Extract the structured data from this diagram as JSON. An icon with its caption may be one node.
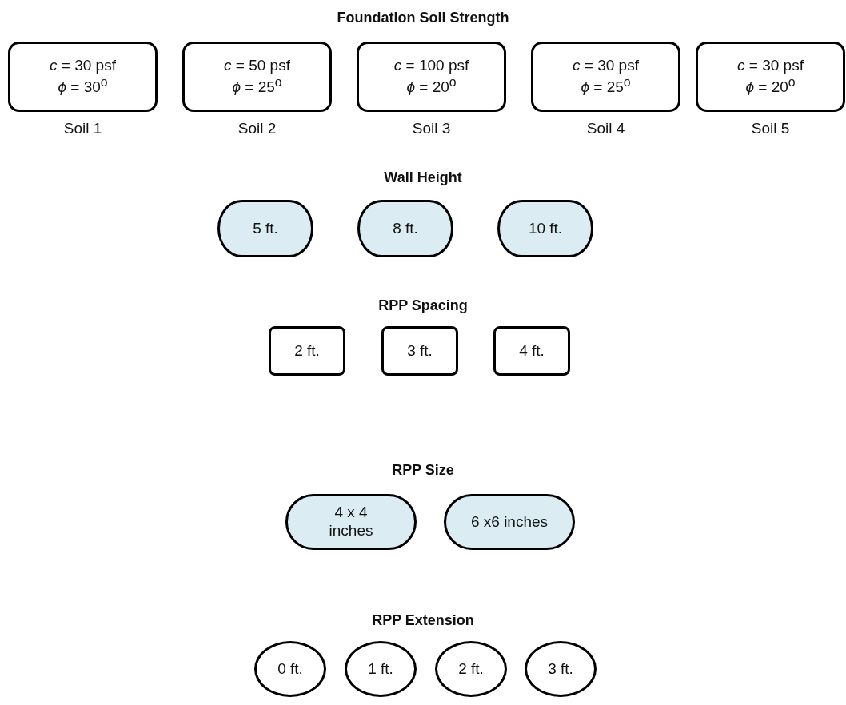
{
  "diagram": {
    "nodes": [
      {
        "text": [
          "*c* = 30 psf",
          "*ϕ* = 30$^{o}$"
        ],
        "beside": [
          "Soil 1"
        ]
      },
      {
        "text": [
          "*c* = 50 psf",
          "*ϕ* = 25$^{o}$"
        ],
        "beside": [
          "Soil 2"
        ]
      },
      {
        "text": [
          "*c* = 100 psf",
          "*ϕ* = 20$^{o}$"
        ],
        "beside": [
          "Soil 3"
        ]
      },
      {
        "text": [
          "*c* = 30 psf",
          "*ϕ* = 25$^{o}$"
        ],
        "beside": [
          "Soil 4"
        ]
      },
      {
        "text": [
          "*c* = 30 psf",
          "*ϕ* = 20$^{o}$"
        ],
        "beside": [
          "Soil 5"
        ]
      },
      {
        "text": [
          "5 ft."
        ]
      },
      {
        "text": [
          "8 ft."
        ]
      },
      {
        "text": [
          "10 ft."
        ]
      },
      {
        "text": [
          "2 ft."
        ]
      },
      {
        "text": [
          "3 ft."
        ]
      },
      {
        "text": [
          "4 ft."
        ]
      },
      {
        "text": [
          "4 x 4 inches"
        ]
      },
      {
        "text": [
          "6 x6 inches"
        ]
      },
      {
        "text": [
          "0 ft."
        ]
      },
      {
        "text": [
          "1 ft."
        ]
      },
      {
        "text": [
          "2 ft."
        ]
      },
      {
        "text": [
          "3 ft."
        ]
      }
    ],
    "edges": [],
    "labels": [
      "Foundation Soil Strength",
      "Wall Height",
      "RPP Spacing",
      "RPP Size",
      "RPP Extension"
    ]
  }
}
